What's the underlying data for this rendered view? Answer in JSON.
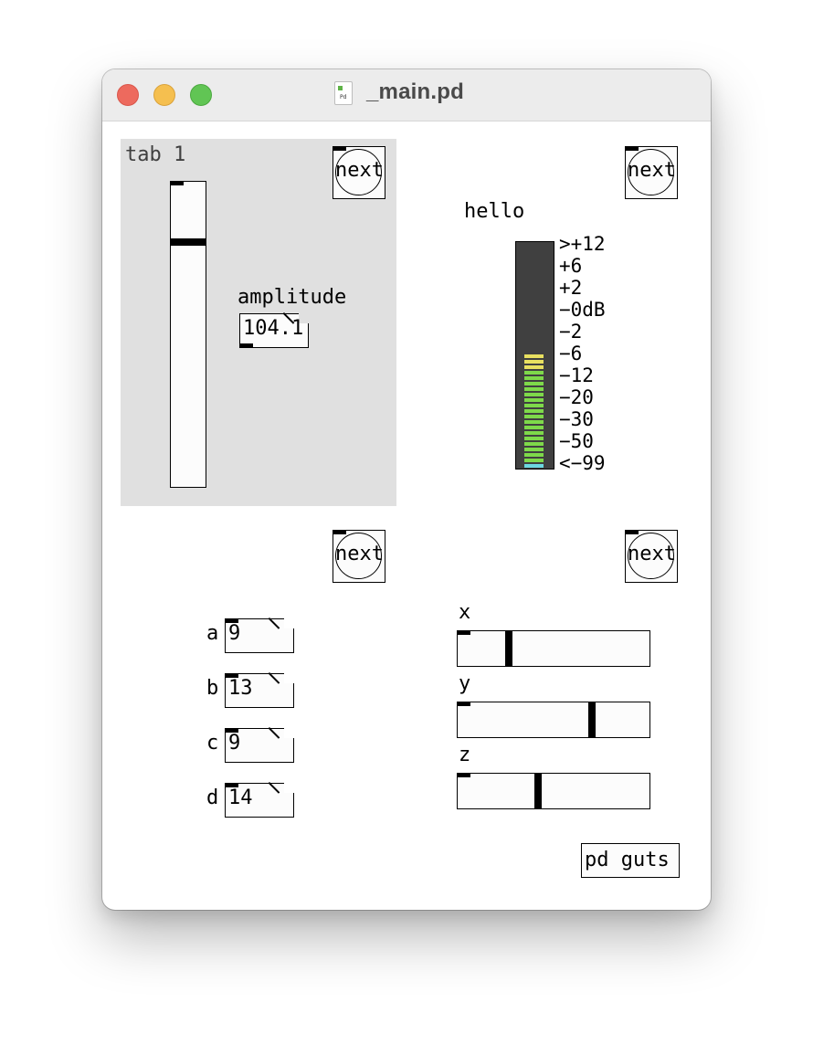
{
  "window": {
    "title": "_main.pd",
    "file_icon_label": "Pd"
  },
  "canvas": {
    "tab_label": "tab 1",
    "bangs": [
      {
        "label": "next"
      },
      {
        "label": "next"
      },
      {
        "label": "next"
      },
      {
        "label": "next"
      }
    ],
    "amplitude": {
      "label": "amplitude",
      "value": "104.1",
      "slider_value_fraction": 0.19
    },
    "vu": {
      "label": "hello",
      "scale": [
        ">+12",
        "+6",
        "+2",
        "−0dB",
        "−2",
        "−6",
        "−12",
        "−20",
        "−30",
        "−50",
        "<−99"
      ],
      "colors": {
        "background": "#404040",
        "green": "#7ed94a",
        "yellow": "#e8e060",
        "cyan": "#6cd8e0"
      }
    },
    "numbers": [
      {
        "label": "a",
        "value": "9"
      },
      {
        "label": "b",
        "value": "13"
      },
      {
        "label": "c",
        "value": "9"
      },
      {
        "label": "d",
        "value": "14"
      }
    ],
    "hsliders": [
      {
        "label": "x",
        "value_fraction": 0.26
      },
      {
        "label": "y",
        "value_fraction": 0.71
      },
      {
        "label": "z",
        "value_fraction": 0.42
      }
    ],
    "message": {
      "label": "pd guts"
    }
  }
}
